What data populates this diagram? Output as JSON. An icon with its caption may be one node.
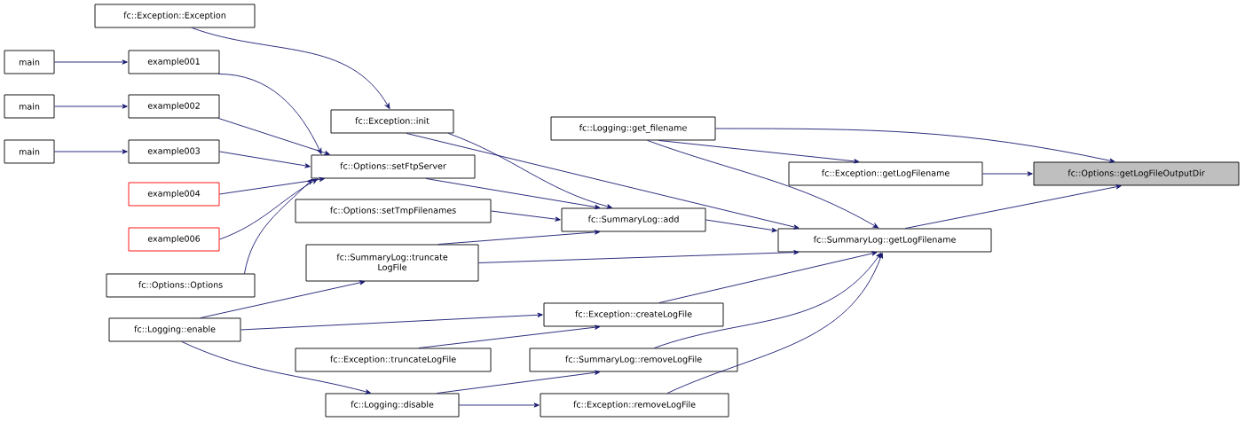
{
  "diagram": {
    "nodes": [
      {
        "text": [
          "fc::Exception::Exception"
        ]
      },
      {
        "text": [
          "main"
        ]
      },
      {
        "text": [
          "example001"
        ]
      },
      {
        "text": [
          "main"
        ]
      },
      {
        "text": [
          "example002"
        ]
      },
      {
        "text": [
          "fc::Exception::init"
        ]
      },
      {
        "text": [
          "fc::Logging::get_filename"
        ]
      },
      {
        "text": [
          "main"
        ]
      },
      {
        "text": [
          "example003"
        ]
      },
      {
        "text": [
          "fc::Options::setFtpServer"
        ]
      },
      {
        "text": [
          "fc::Exception::getLogFilename"
        ]
      },
      {
        "text": [
          "fc::Options::getLogFileOutputDir"
        ]
      },
      {
        "text": [
          "example004"
        ]
      },
      {
        "text": [
          "fc::Options::setTmpFilenames"
        ]
      },
      {
        "text": [
          "fc::SummaryLog::add"
        ]
      },
      {
        "text": [
          "example006"
        ]
      },
      {
        "text": [
          "fc::SummaryLog::getLogFilename"
        ]
      },
      {
        "text": [
          "fc::SummaryLog::truncate LogFile"
        ]
      },
      {
        "text": [
          "fc::Options::Options"
        ]
      },
      {
        "text": [
          "fc::Exception::createLogFile"
        ]
      },
      {
        "text": [
          "fc::Logging::enable"
        ]
      },
      {
        "text": [
          "fc::Exception::truncateLogFile"
        ]
      },
      {
        "text": [
          "fc::SummaryLog::removeLogFile"
        ]
      },
      {
        "text": [
          "fc::Logging::disable"
        ]
      },
      {
        "text": [
          "fc::Exception::removeLogFile"
        ]
      }
    ],
    "edges": [
      {
        "from": 0,
        "to": 5,
        "arrow": "to"
      },
      {
        "from": 1,
        "to": 2,
        "arrow": "to"
      },
      {
        "from": 3,
        "to": 4,
        "arrow": "to"
      },
      {
        "from": 7,
        "to": 8,
        "arrow": "to"
      },
      {
        "from": 2,
        "to": 9,
        "arrow": "to"
      },
      {
        "from": 4,
        "to": 9,
        "arrow": "to"
      },
      {
        "from": 8,
        "to": 9,
        "arrow": "to"
      },
      {
        "from": 12,
        "to": 9,
        "arrow": "to"
      },
      {
        "from": 15,
        "to": 9,
        "arrow": "to"
      },
      {
        "from": 18,
        "to": 9,
        "arrow": "to"
      },
      {
        "from": 5,
        "to": 14,
        "arrow": "to"
      },
      {
        "from": 5,
        "to": 16,
        "arrow": "to"
      },
      {
        "from": 9,
        "to": 14,
        "arrow": "to"
      },
      {
        "from": 13,
        "to": 14,
        "arrow": "to"
      },
      {
        "from": 17,
        "to": 14,
        "arrow": "to"
      },
      {
        "from": 17,
        "to": 16,
        "arrow": "to"
      },
      {
        "from": 14,
        "to": 16,
        "arrow": "to"
      },
      {
        "from": 6,
        "to": 11,
        "arrow": "to"
      },
      {
        "from": 6,
        "to": 10,
        "arrow": "to"
      },
      {
        "from": 6,
        "to": 16,
        "arrow": "to"
      },
      {
        "from": 10,
        "to": 11,
        "arrow": "to"
      },
      {
        "from": 16,
        "to": 11,
        "arrow": "to"
      },
      {
        "from": 19,
        "to": 16,
        "arrow": "to"
      },
      {
        "from": 22,
        "to": 16,
        "arrow": "to"
      },
      {
        "from": 24,
        "to": 16,
        "arrow": "to"
      },
      {
        "from": 20,
        "to": 17,
        "arrow": "to"
      },
      {
        "from": 20,
        "to": 19,
        "arrow": "to"
      },
      {
        "from": 21,
        "to": 19,
        "arrow": "to"
      },
      {
        "from": 20,
        "to": 23,
        "arrow": "to"
      },
      {
        "from": 23,
        "to": 22,
        "arrow": "to"
      },
      {
        "from": 23,
        "to": 24,
        "arrow": "to"
      }
    ]
  }
}
